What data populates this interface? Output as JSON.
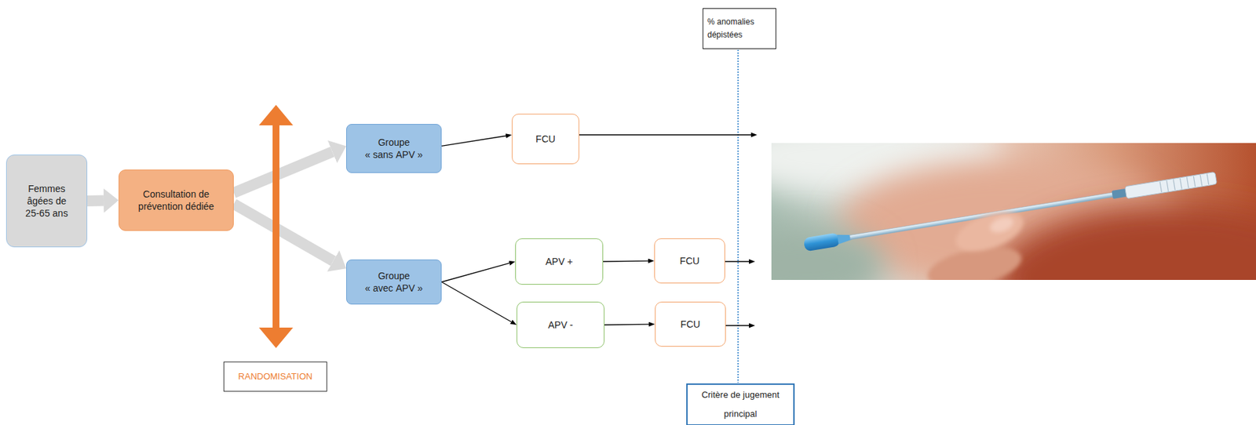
{
  "diagram": {
    "nodes": [
      {
        "text": [
          "Femmes âgées de 25-65 ans"
        ]
      },
      {
        "text": [
          "Consultation de prévention dédiée"
        ]
      },
      {
        "text": [
          "Groupe « sans APV »"
        ]
      },
      {
        "text": [
          "Groupe « avec APV »"
        ]
      },
      {
        "text": [
          "FCU"
        ]
      },
      {
        "text": [
          "APV +"
        ]
      },
      {
        "text": [
          "APV -"
        ]
      },
      {
        "text": [
          "FCU"
        ]
      },
      {
        "text": [
          "FCU"
        ]
      },
      {
        "text": [
          "RANDOMISATION"
        ]
      },
      {
        "text": [
          "% anomalies dépistées"
        ]
      },
      {
        "text": [
          "Critère de jugement principal"
        ]
      }
    ],
    "edges": [
      {
        "from": 0,
        "to": 1,
        "arrow": "to"
      },
      {
        "from": 1,
        "to": 2,
        "arrow": "to"
      },
      {
        "from": 1,
        "to": 3,
        "arrow": "to"
      },
      {
        "from": 2,
        "to": 4,
        "arrow": "to"
      },
      {
        "from": 3,
        "to": 5,
        "arrow": "to"
      },
      {
        "from": 3,
        "to": 6,
        "arrow": "to"
      },
      {
        "from": 5,
        "to": 7,
        "arrow": "to"
      },
      {
        "from": 6,
        "to": 8,
        "arrow": "to"
      }
    ]
  }
}
